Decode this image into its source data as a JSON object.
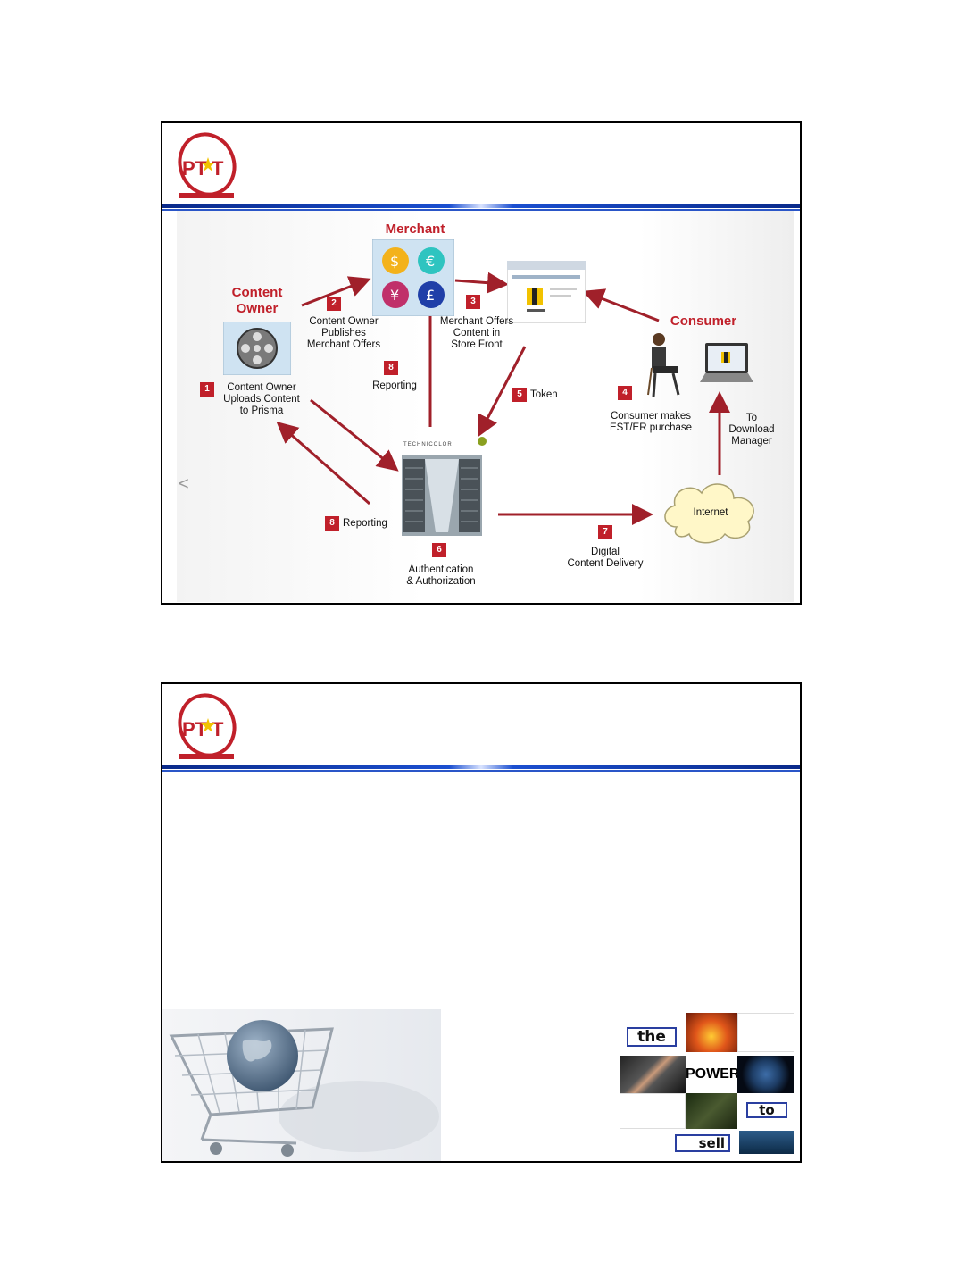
{
  "slide1": {
    "roles": {
      "merchant": "Merchant",
      "content_owner": [
        "Content",
        "Owner"
      ],
      "consumer": "Consumer"
    },
    "steps": {
      "s1": {
        "num": "1",
        "text": [
          "Content Owner",
          "Uploads Content",
          "to Prisma"
        ]
      },
      "s2": {
        "num": "2",
        "text": [
          "Content Owner",
          "Publishes",
          "Merchant Offers"
        ]
      },
      "s3": {
        "num": "3",
        "text": [
          "Merchant Offers",
          "Content in",
          "Store Front"
        ]
      },
      "s4": {
        "num": "4",
        "text": [
          "Consumer makes",
          "EST/ER purchase"
        ]
      },
      "s5": {
        "num": "5",
        "text": "Token"
      },
      "s6": {
        "num": "6",
        "text": [
          "Authentication",
          "& Authorization"
        ]
      },
      "s7": {
        "num": "7",
        "text": [
          "Digital",
          "Content Delivery"
        ]
      },
      "s8a": {
        "num": "8",
        "text": "Reporting"
      },
      "s8b": {
        "num": "8",
        "text": "Reporting"
      }
    },
    "to_download": [
      "To",
      "Download",
      "Manager"
    ],
    "internet": "Internet",
    "technicolor": "TECHNICOLOR"
  },
  "slide2": {
    "words": {
      "the": "the",
      "power": "POWER",
      "to": "to",
      "sell": "sell"
    }
  },
  "colors": {
    "accent_red": "#c0202a",
    "rule_blue": "#1b4fd0"
  },
  "icons": [
    "ptit-logo",
    "film-reel-icon",
    "currency-icon",
    "storefront-screenshot-icon",
    "consumer-person-icon",
    "laptop-icon",
    "server-room-icon",
    "internet-cloud-icon",
    "shopping-cart-globe-icon"
  ]
}
